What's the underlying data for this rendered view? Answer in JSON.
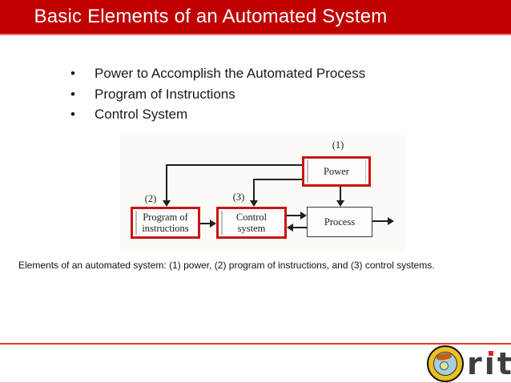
{
  "header": {
    "title": "Basic Elements of an Automated System"
  },
  "bullets": [
    {
      "marker": "•",
      "text": "Power to Accomplish the Automated Process"
    },
    {
      "marker": "•",
      "text": "Program of Instructions"
    },
    {
      "marker": "•",
      "text": "Control System"
    }
  ],
  "diagram": {
    "power": {
      "num": "(1)",
      "label": "Power"
    },
    "program": {
      "num": "(2)",
      "line1": "Program of",
      "line2": "instructions"
    },
    "control": {
      "num": "(3)",
      "line1": "Control",
      "line2": "system"
    },
    "process": {
      "label": "Process"
    }
  },
  "caption": "Elements of an automated system: (1) power, (2) program of instructions, and (3) control systems.",
  "footer": {
    "logo": {
      "letters": [
        "r",
        "ı",
        "t"
      ]
    }
  },
  "colors": {
    "header_red": "#c00000",
    "annotation_red": "#c81414",
    "divider_red": "#ee3124",
    "diagram_ink": "#1f1f1f",
    "logo_yellow": "#edc020",
    "logo_blue": "#a5cfdd",
    "logo_gray": "#3e3e3e",
    "logo_dot_red": "#e02020"
  }
}
